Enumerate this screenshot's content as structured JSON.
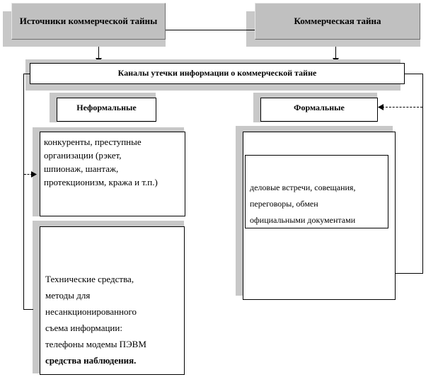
{
  "sources_box": {
    "text": "Источники коммерческой тайны"
  },
  "secret_box": {
    "text": "Коммерческая тайна"
  },
  "channels_bar": {
    "text": "Каналы утечки информации  о коммерческой тайне"
  },
  "informal_label": {
    "text": "Неформальные"
  },
  "formal_label": {
    "text": "Формальные"
  },
  "competitors_box": {
    "text": "конкуренты,  преступные\nорганизации  (рэкет,\nшпионаж,  шантаж,\nпротекционизм,  кража и т.п.)"
  },
  "formal_box": {
    "text": "деловые встречи, совещания,\nпереговоры, обмен\nофициальными  документами"
  },
  "technical_box": {
    "text": "Технические средства,\nметоды для\nнесанкционированного\nсъема информации:\nтелефоны модемы ПЭВМ",
    "bold_text": "средства наблюдения."
  }
}
